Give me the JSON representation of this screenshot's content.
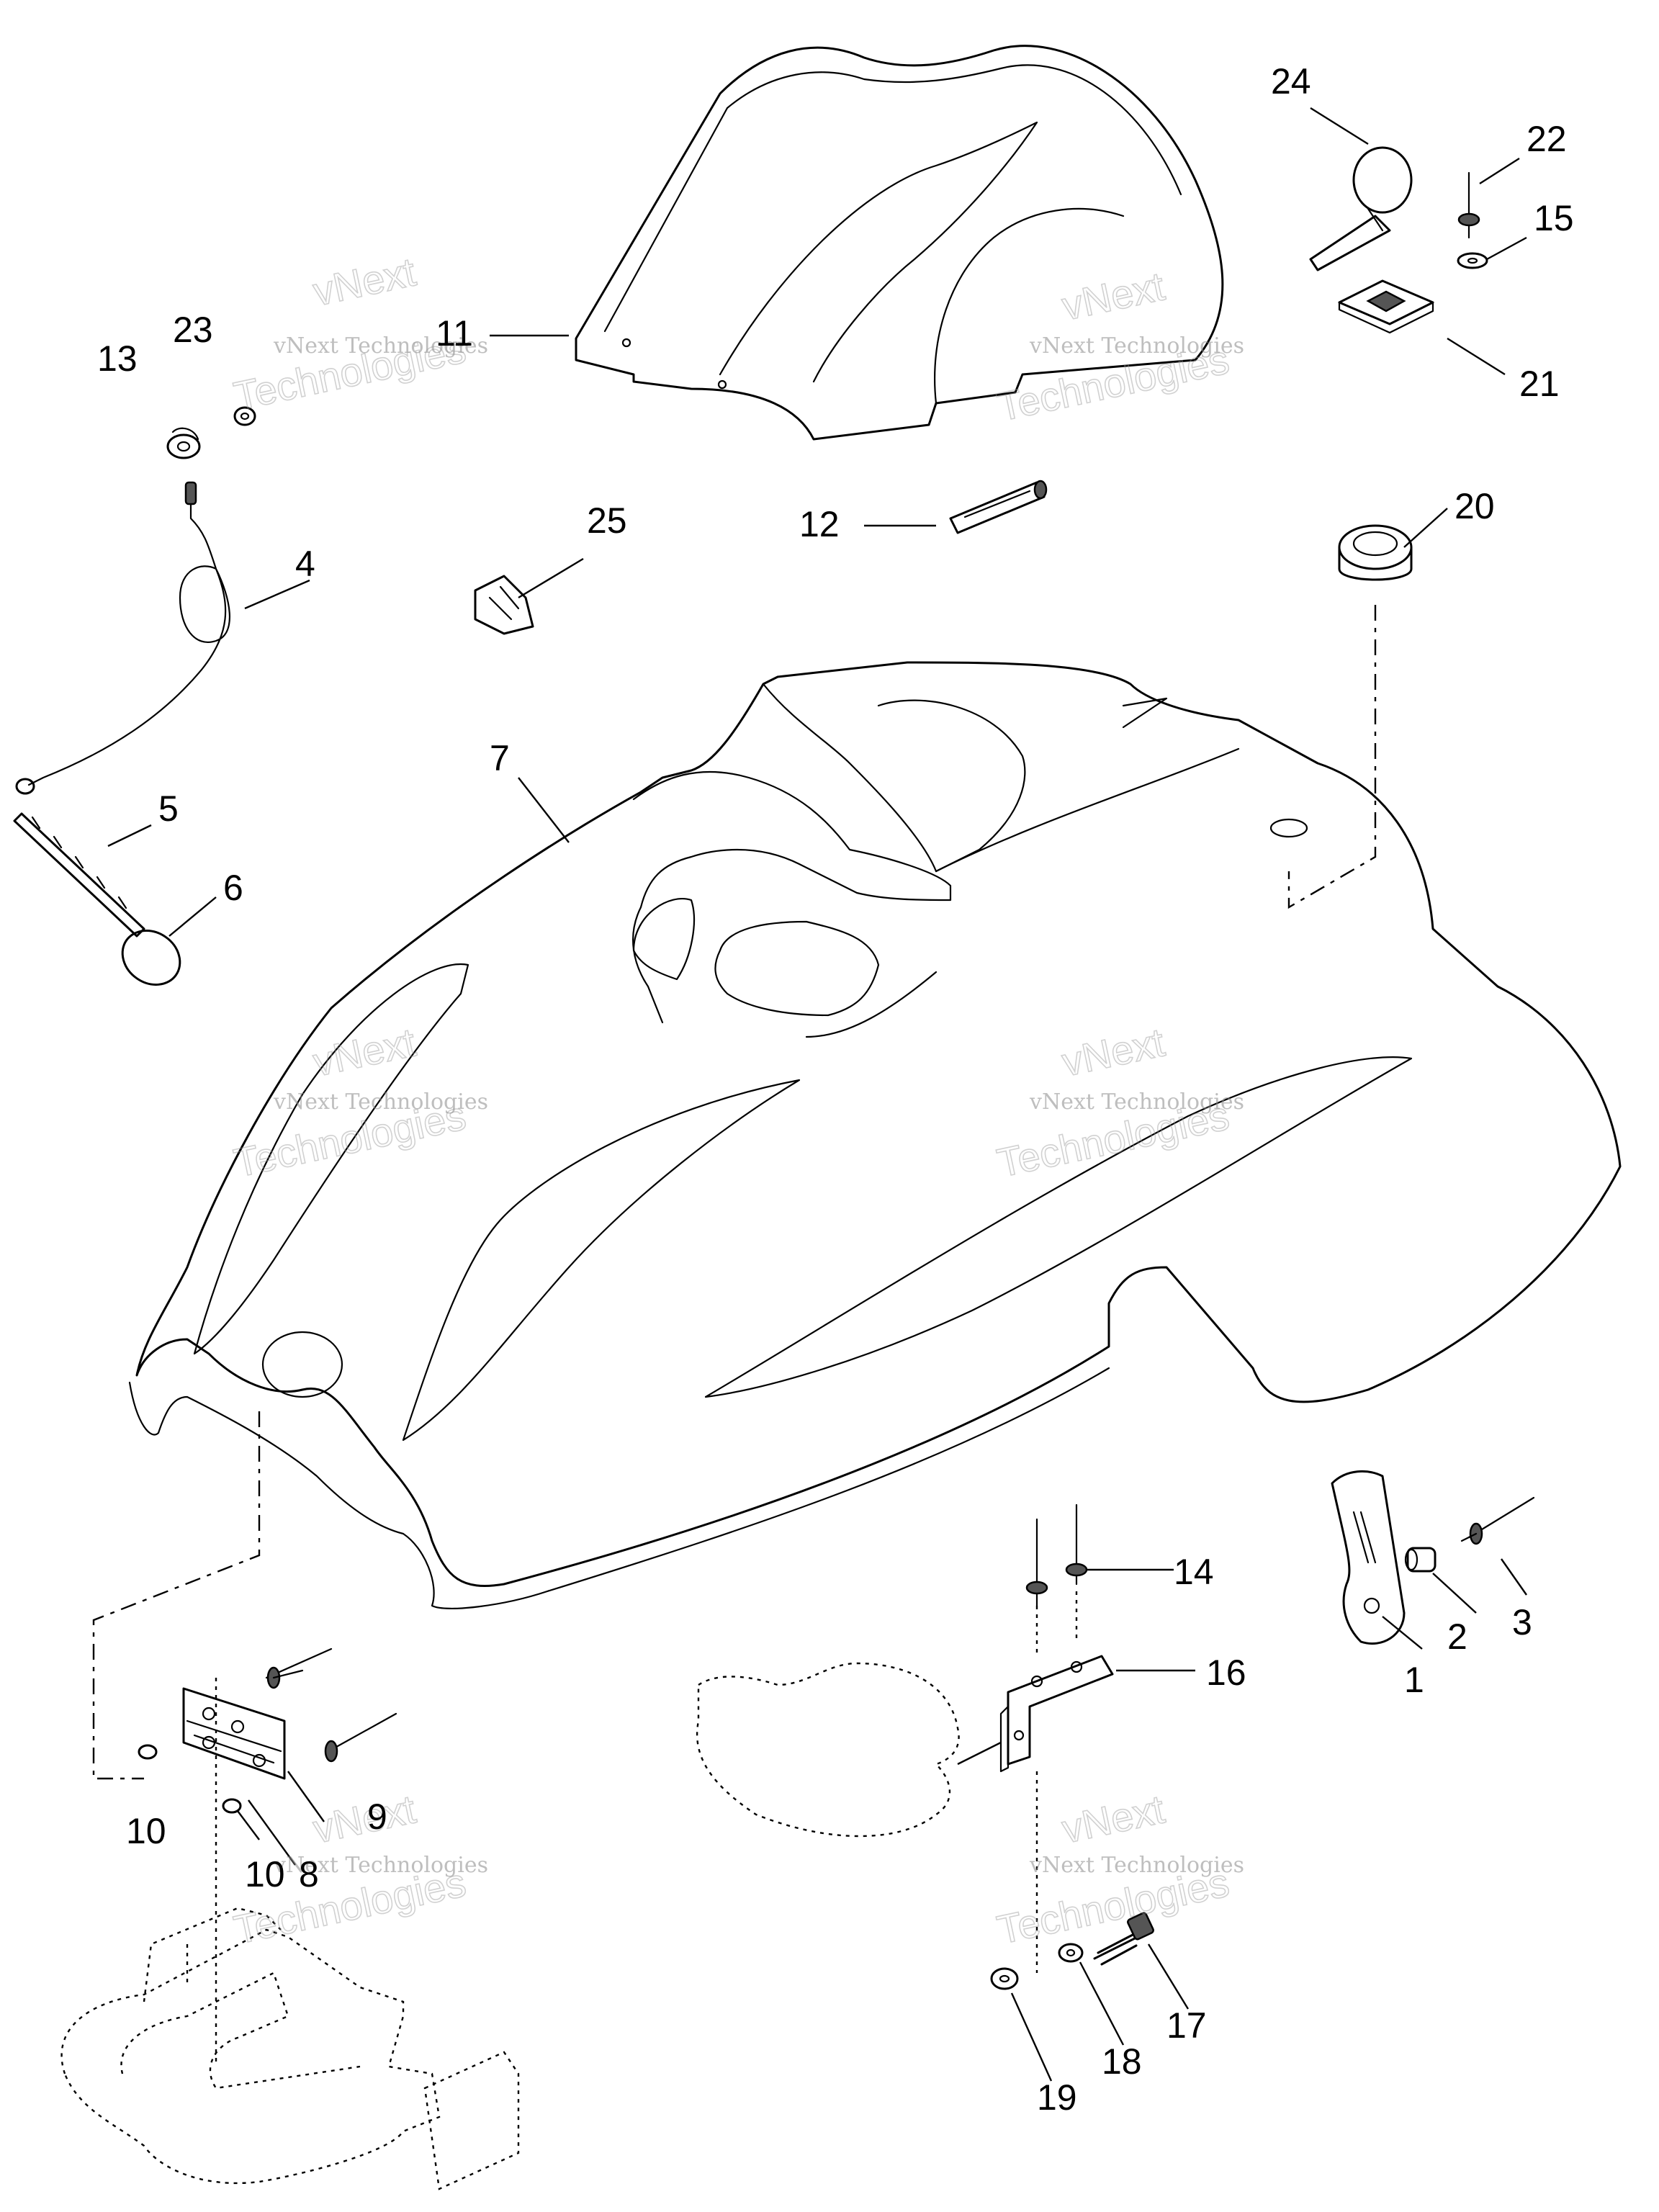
{
  "watermark": {
    "line1": "vNext",
    "line2": "vNext Technologies",
    "line3": "Technologies"
  },
  "callouts": [
    {
      "id": "c1",
      "text": "1"
    },
    {
      "id": "c2",
      "text": "2"
    },
    {
      "id": "c3",
      "text": "3"
    },
    {
      "id": "c4",
      "text": "4"
    },
    {
      "id": "c5",
      "text": "5"
    },
    {
      "id": "c6",
      "text": "6"
    },
    {
      "id": "c7",
      "text": "7"
    },
    {
      "id": "c8",
      "text": "8"
    },
    {
      "id": "c9",
      "text": "9"
    },
    {
      "id": "c10a",
      "text": "10"
    },
    {
      "id": "c10b",
      "text": "10"
    },
    {
      "id": "c11",
      "text": "11"
    },
    {
      "id": "c12",
      "text": "12"
    },
    {
      "id": "c13",
      "text": "13"
    },
    {
      "id": "c14",
      "text": "14"
    },
    {
      "id": "c15",
      "text": "15"
    },
    {
      "id": "c16",
      "text": "16"
    },
    {
      "id": "c17",
      "text": "17"
    },
    {
      "id": "c18",
      "text": "18"
    },
    {
      "id": "c19",
      "text": "19"
    },
    {
      "id": "c20",
      "text": "20"
    },
    {
      "id": "c21",
      "text": "21"
    },
    {
      "id": "c22",
      "text": "22"
    },
    {
      "id": "c23",
      "text": "23"
    },
    {
      "id": "c24",
      "text": "24"
    },
    {
      "id": "c25",
      "text": "25"
    }
  ]
}
